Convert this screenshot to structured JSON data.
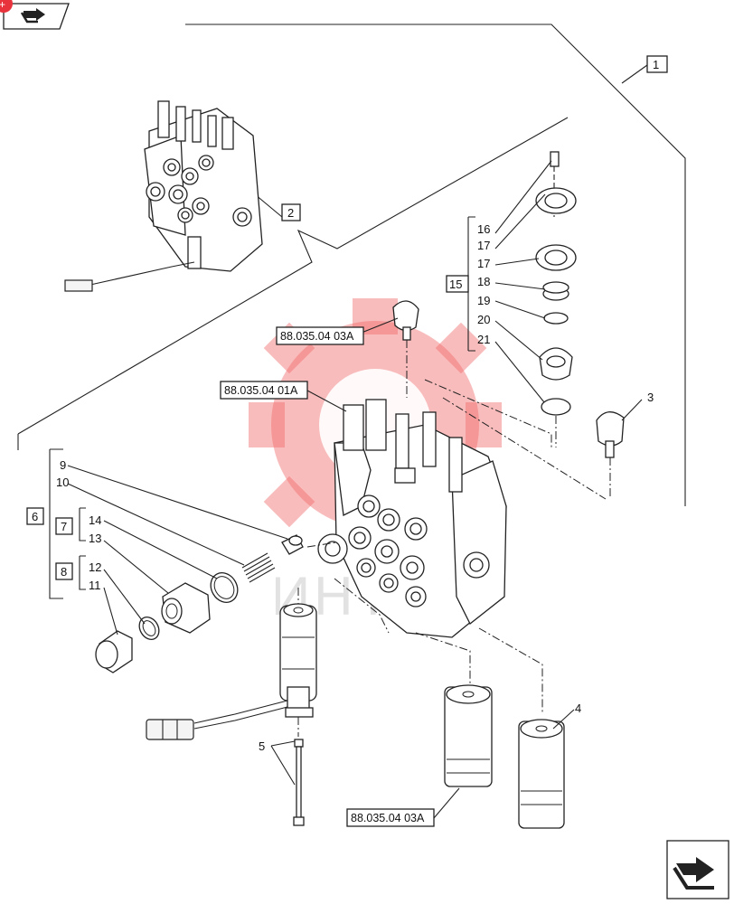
{
  "callouts": {
    "n1": "1",
    "n2": "2",
    "n3": "3",
    "n4": "4",
    "n5": "5",
    "n6": "6",
    "n7": "7",
    "n8": "8",
    "n9": "9",
    "n10": "10",
    "n11": "11",
    "n12": "12",
    "n13": "13",
    "n14": "14",
    "n15": "15",
    "n16": "16",
    "n17a": "17",
    "n17b": "17",
    "n18": "18",
    "n19": "19",
    "n20": "20",
    "n21": "21"
  },
  "references": {
    "ref_top": "88.035.04 03A",
    "ref_mid": "88.035.04 01A",
    "ref_bottom": "88.035.04 03A"
  },
  "watermark": {
    "text": "ИНТ",
    "color": "#f26b6b"
  },
  "icons": {
    "top_left": "previous-page-arrow-icon",
    "bottom_right": "next-page-arrow-icon"
  }
}
